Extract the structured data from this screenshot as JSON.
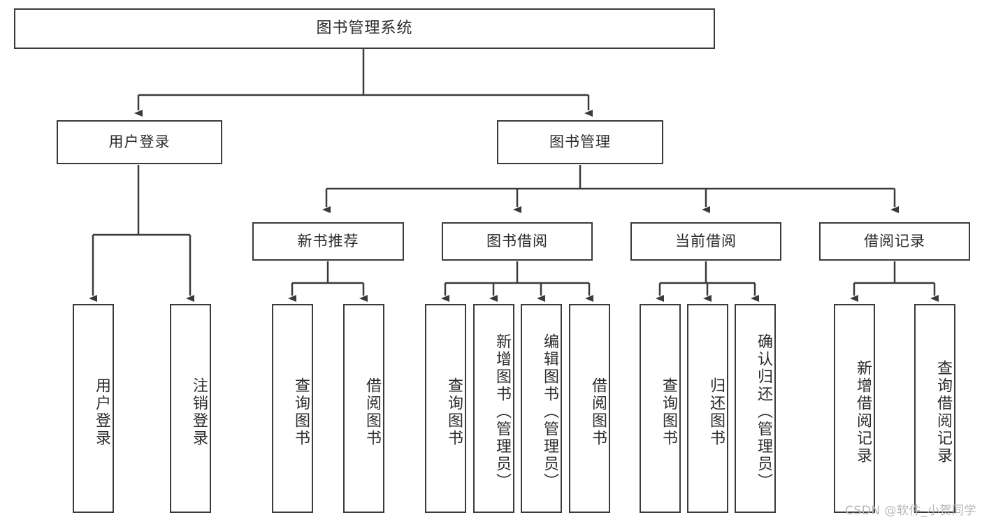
{
  "diagram": {
    "title": "图书管理系统",
    "type": "tree-hierarchy-chart",
    "root": {
      "label": "图书管理系统"
    },
    "level2": [
      {
        "label": "用户登录"
      },
      {
        "label": "图书管理"
      }
    ],
    "level3": [
      {
        "label": "新书推荐"
      },
      {
        "label": "图书借阅"
      },
      {
        "label": "当前借阅"
      },
      {
        "label": "借阅记录"
      }
    ],
    "leaves": {
      "user_login": [
        {
          "label": "用户登录"
        },
        {
          "label": "注销登录"
        }
      ],
      "new_book_recommend": [
        {
          "label": "查询图书"
        },
        {
          "label": "借阅图书"
        }
      ],
      "book_borrow": [
        {
          "label": "查询图书"
        },
        {
          "label": "新增图书（管理员）"
        },
        {
          "label": "编辑图书（管理员）"
        },
        {
          "label": "借阅图书"
        }
      ],
      "current_borrow": [
        {
          "label": "查询图书"
        },
        {
          "label": "归还图书"
        },
        {
          "label": "确认归还（管理员）"
        }
      ],
      "borrow_record": [
        {
          "label": "新增借阅记录"
        },
        {
          "label": "查询借阅记录"
        }
      ]
    }
  },
  "watermark": {
    "text": "CSDN @软件_小贺同学"
  },
  "colors": {
    "border": "#3a3a3a",
    "text": "#2b2b2b",
    "background": "#ffffff",
    "watermark": "#b6b6b6"
  }
}
